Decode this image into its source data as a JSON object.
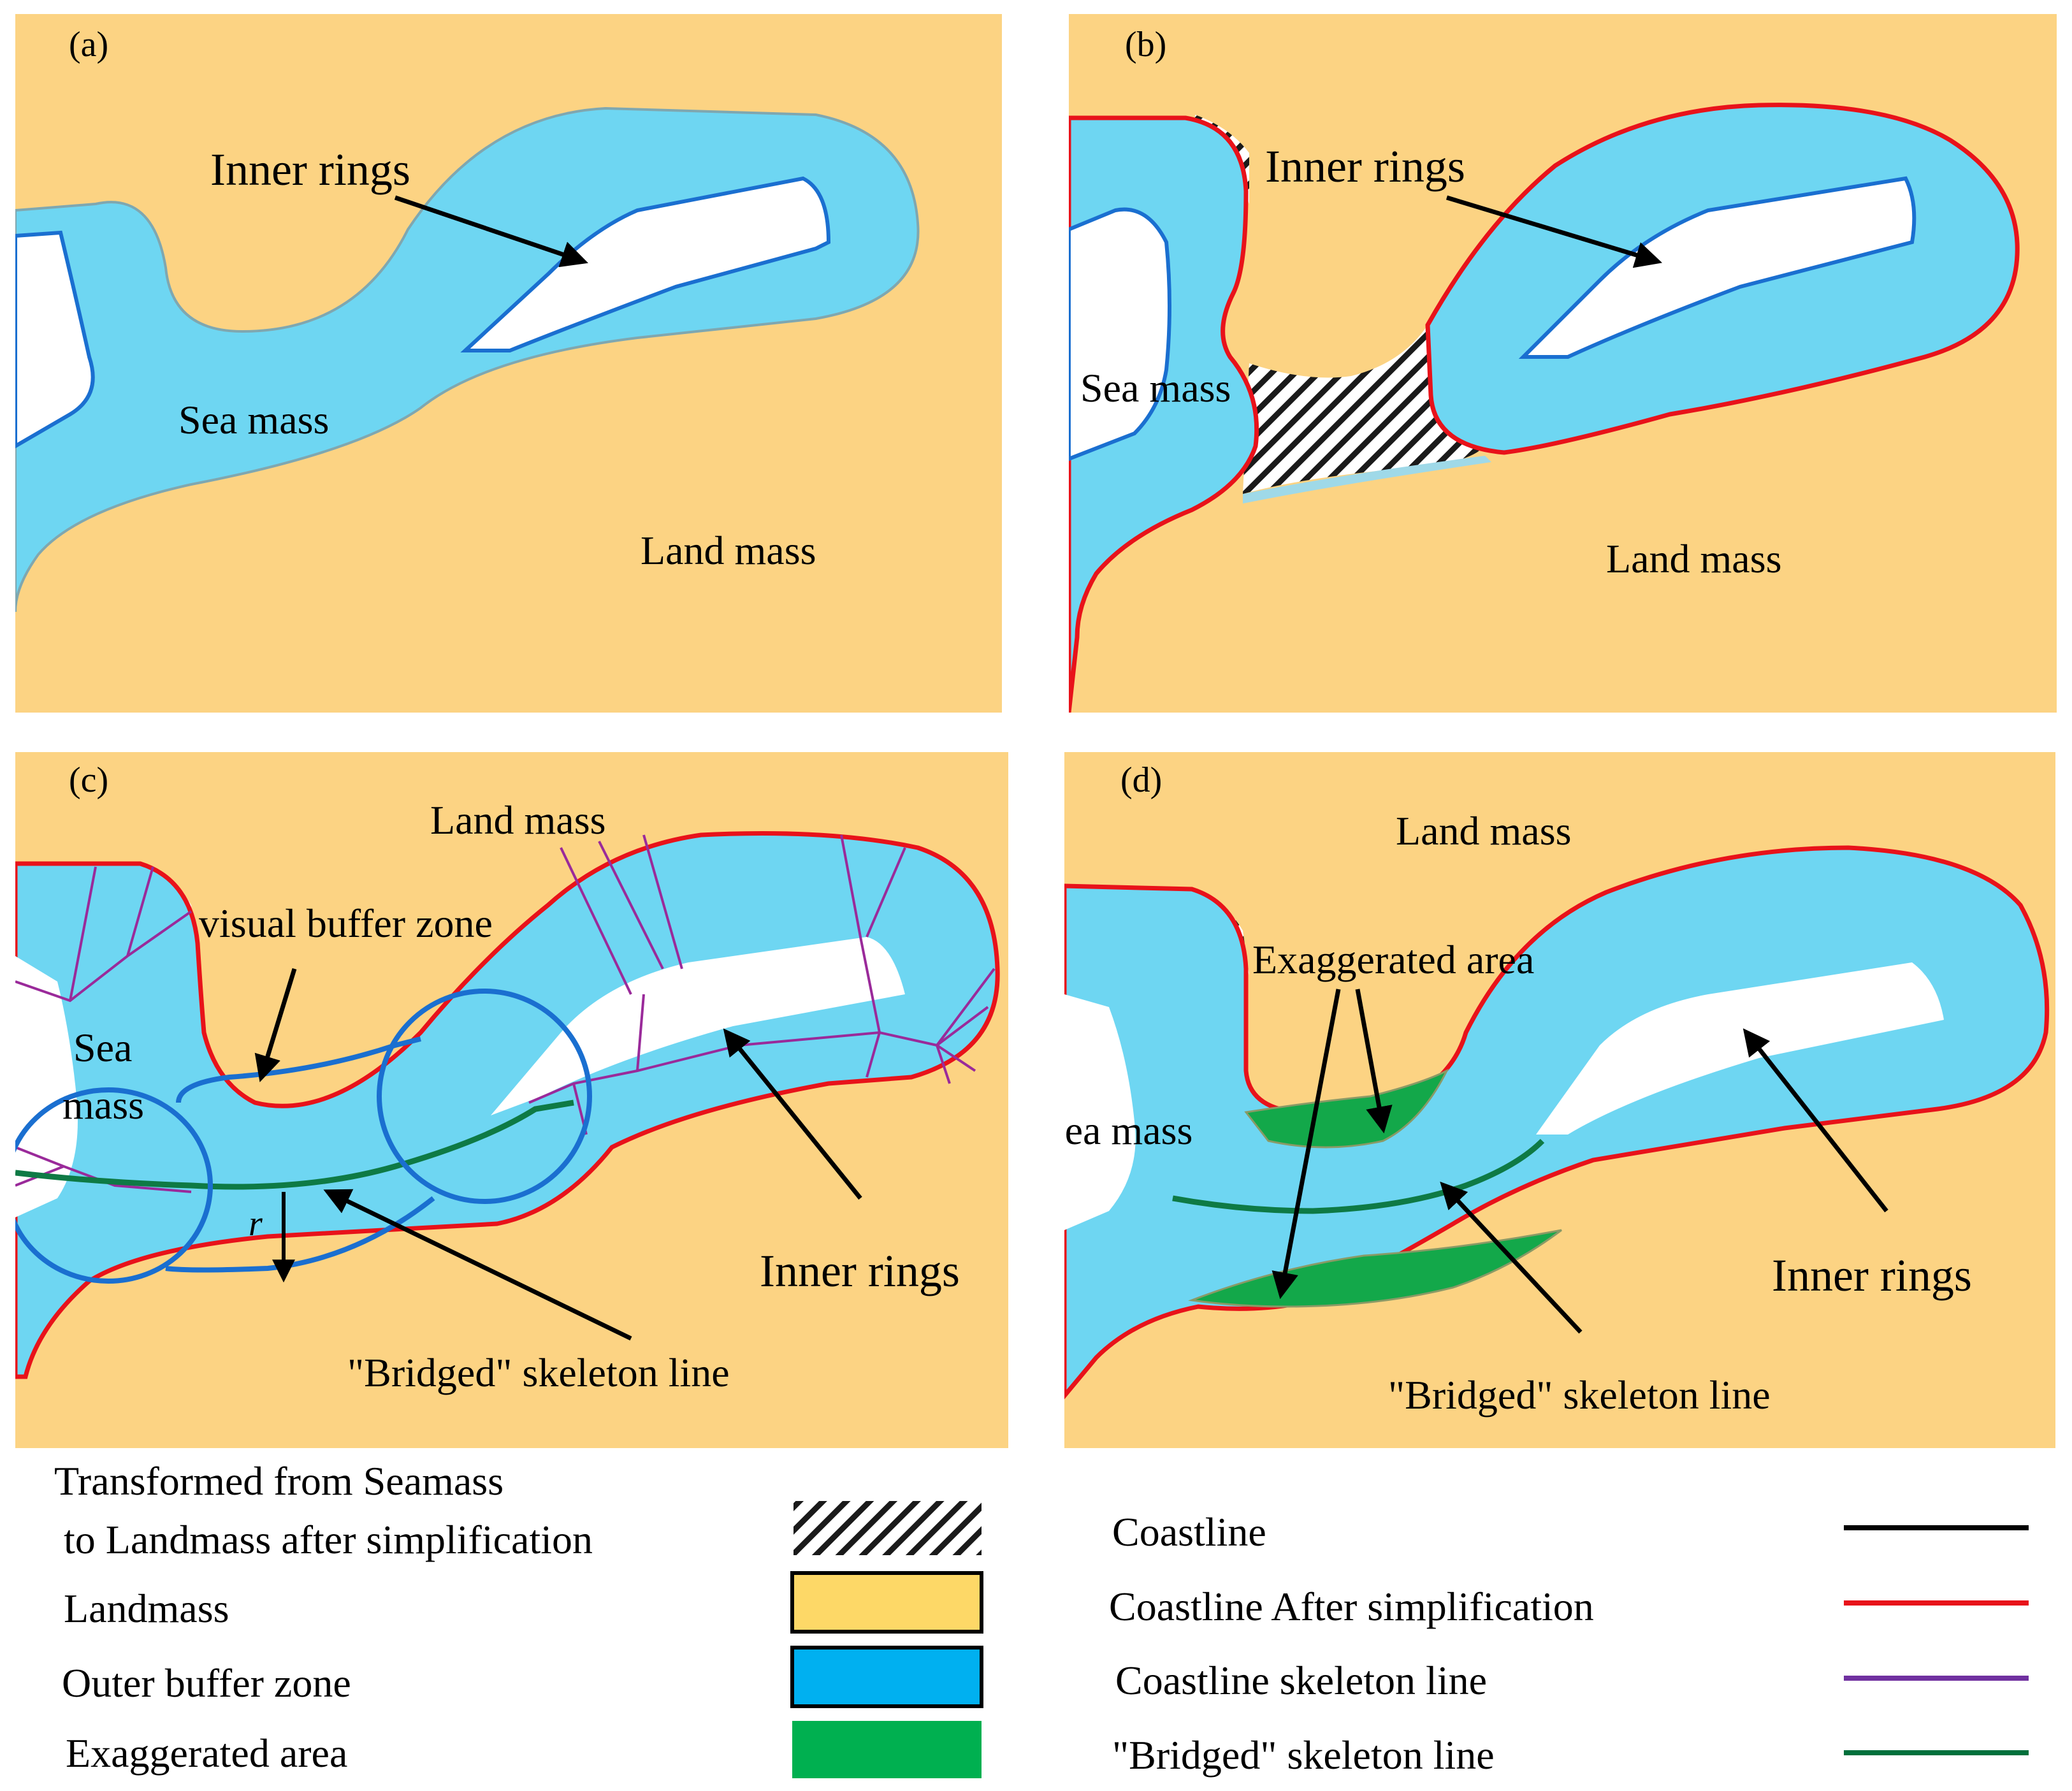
{
  "panels": {
    "a": {
      "tag": "(a)",
      "inner_rings": "Inner rings",
      "sea_mass": "Sea mass",
      "land_mass": "Land mass"
    },
    "b": {
      "tag": "(b)",
      "inner_rings": "Inner rings",
      "sea_mass": "Sea mass",
      "land_mass": "Land mass"
    },
    "c": {
      "tag": "(c)",
      "land_mass": "Land mass",
      "visual_buffer": "visual buffer zone",
      "sea_line1": "Sea",
      "sea_line2": "mass",
      "radius": "r",
      "inner_rings": "Inner rings",
      "bridged": "\"Bridged\" skeleton line"
    },
    "d": {
      "tag": "(d)",
      "land_mass": "Land mass",
      "exaggerated": "Exaggerated area",
      "sea_mass": "Sea mass",
      "inner_rings": "Inner rings",
      "bridged": "\"Bridged\" skeleton line"
    }
  },
  "legend": {
    "left": [
      {
        "label_line1": "Transformed from Seamass",
        "label_line2": "to Landmass after simplification",
        "swatch": "hatched"
      },
      {
        "label": "Landmass",
        "color": "#FDD867"
      },
      {
        "label": "Outer buffer zone",
        "color": "#00B0F0"
      },
      {
        "label": "Exaggerated area",
        "color": "#00B050"
      }
    ],
    "right": [
      {
        "label": "Coastline",
        "color": "#000000"
      },
      {
        "label": "Coastline After simplification",
        "color": "#E8121A"
      },
      {
        "label": "Coastline skeleton line",
        "color": "#7030A0"
      },
      {
        "label": "\"Bridged\" skeleton line",
        "color": "#00703C"
      }
    ]
  },
  "colors": {
    "land": "#FCD383",
    "sea": "#6ED6F2",
    "blue_line": "#1A6FD0",
    "red_line": "#E8121A",
    "purple_line": "#9A2A9A",
    "green_line": "#0E7A45",
    "exaggerated": "#13A84A"
  }
}
